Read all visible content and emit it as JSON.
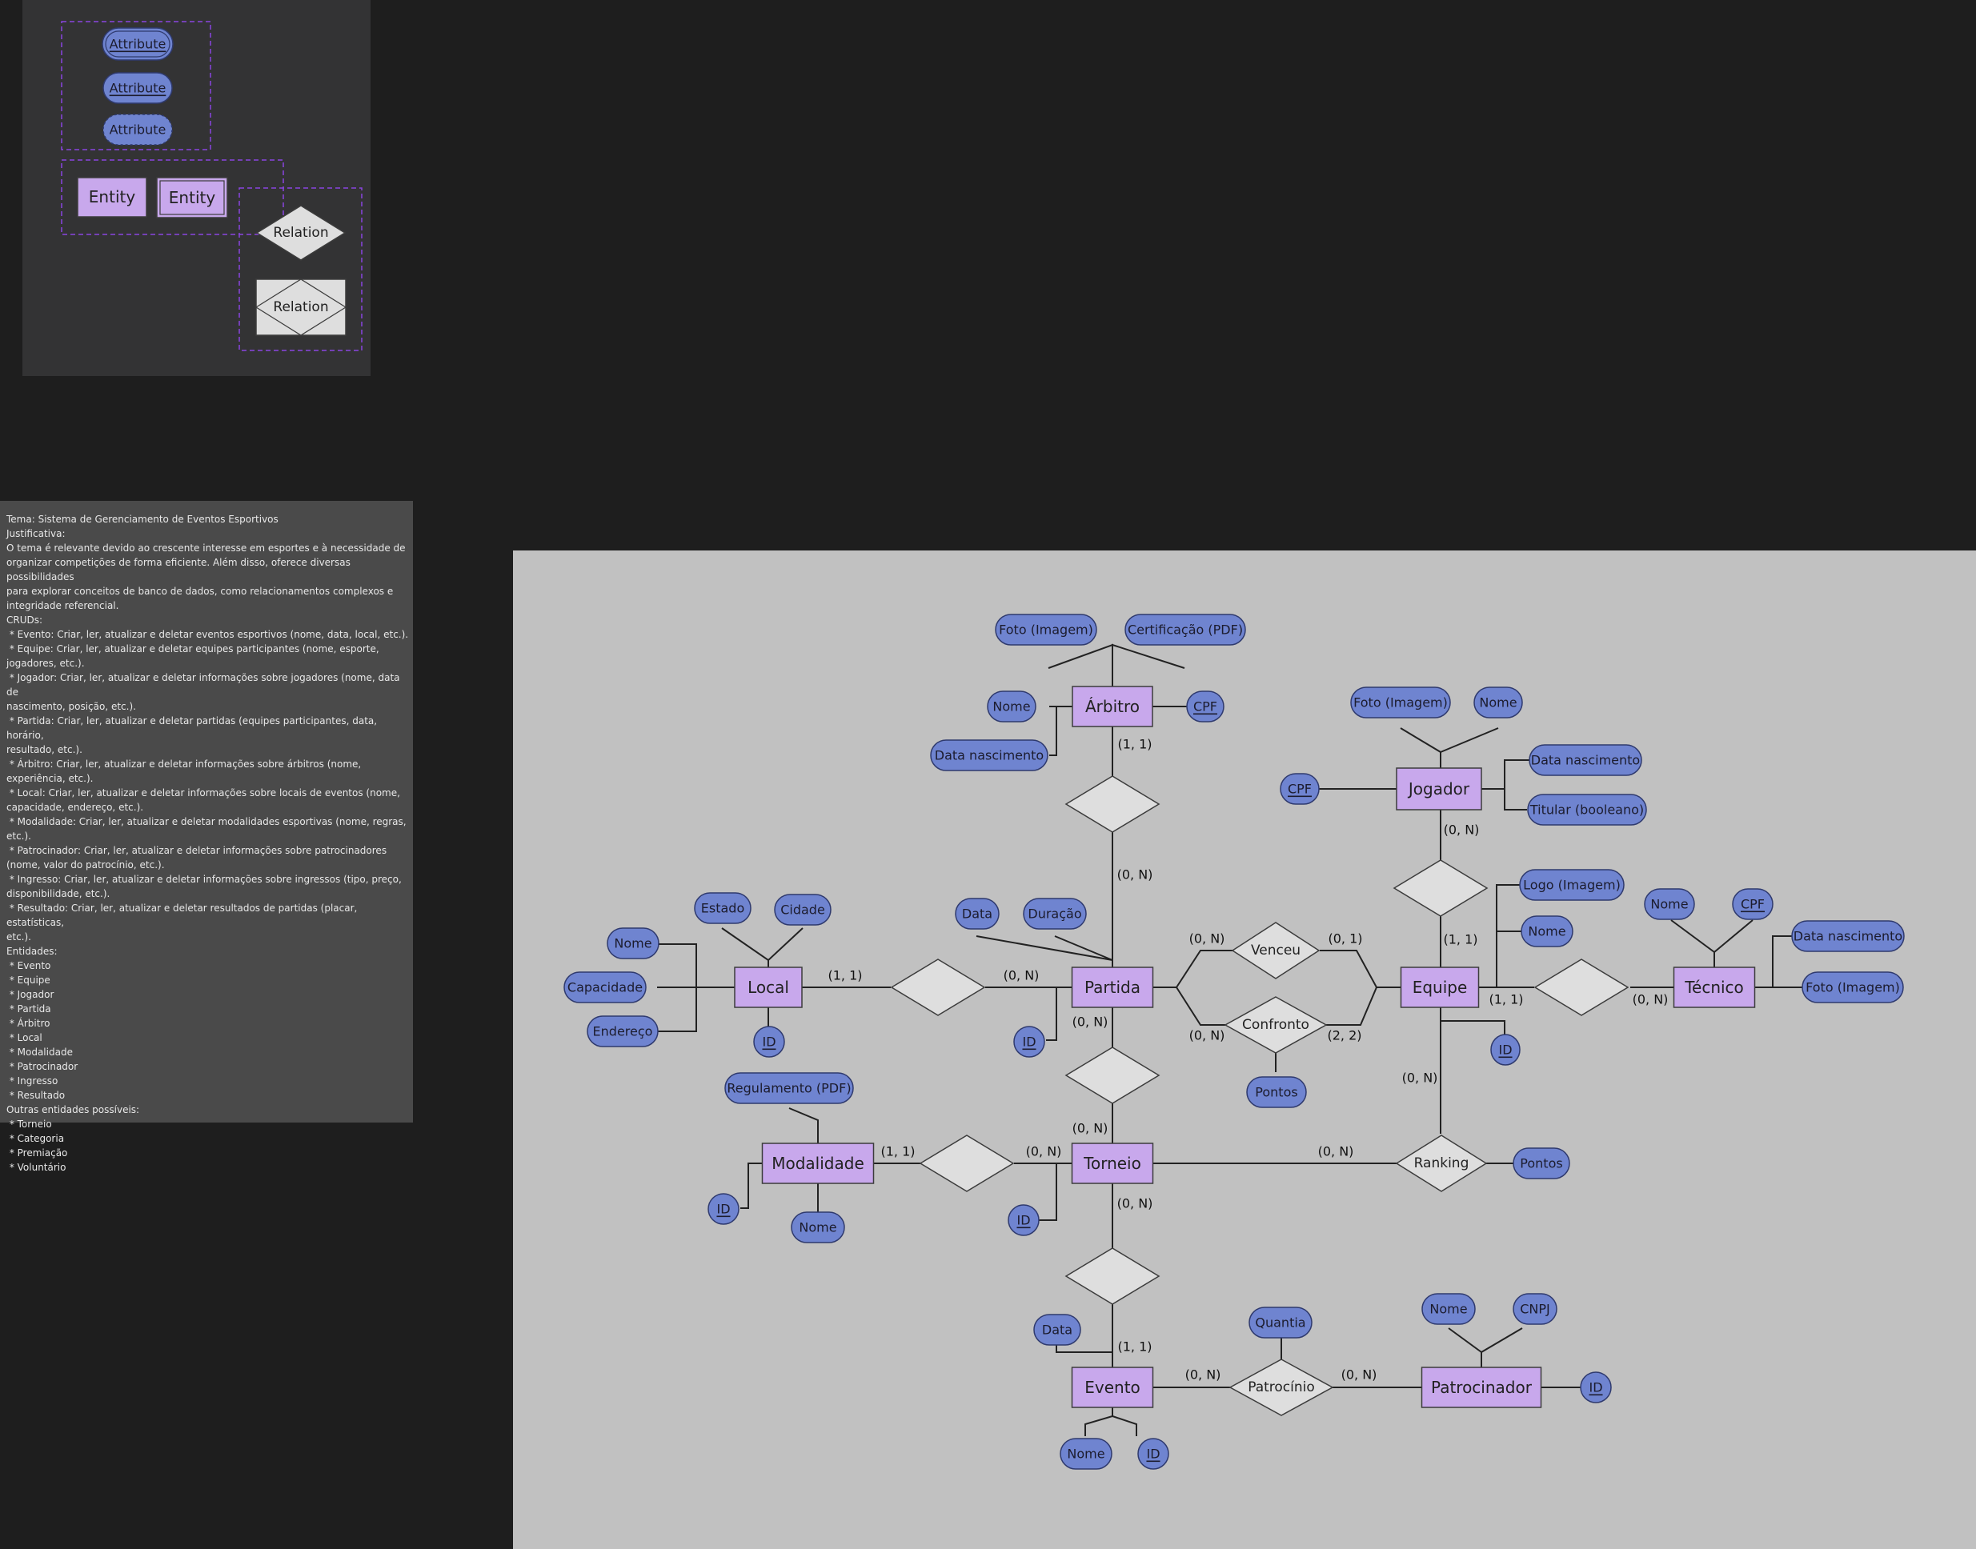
{
  "palette": {
    "attribute_labels": [
      "Attribute",
      "Attribute",
      "Attribute"
    ],
    "entity_labels": [
      "Entity",
      "Entity"
    ],
    "relation_labels": [
      "Relation",
      "Relation"
    ]
  },
  "notes": {
    "lines": [
      "Tema: Sistema de Gerenciamento de Eventos Esportivos",
      "Justificativa:",
      "O tema é relevante devido ao crescente interesse em esportes e à necessidade de",
      "organizar competições de forma eficiente. Além disso, oferece diversas possibilidades",
      "para explorar conceitos de banco de dados, como relacionamentos complexos e",
      "integridade referencial.",
      "CRUDs:",
      " * Evento: Criar, ler, atualizar e deletar eventos esportivos (nome, data, local, etc.).",
      " * Equipe: Criar, ler, atualizar e deletar equipes participantes (nome, esporte,",
      "jogadores, etc.).",
      " * Jogador: Criar, ler, atualizar e deletar informações sobre jogadores (nome, data de",
      "nascimento, posição, etc.).",
      " * Partida: Criar, ler, atualizar e deletar partidas (equipes participantes, data, horário,",
      "resultado, etc.).",
      " * Árbitro: Criar, ler, atualizar e deletar informações sobre árbitros (nome,",
      "experiência, etc.).",
      " * Local: Criar, ler, atualizar e deletar informações sobre locais de eventos (nome,",
      "capacidade, endereço, etc.).",
      " * Modalidade: Criar, ler, atualizar e deletar modalidades esportivas (nome, regras,",
      "etc.).",
      " * Patrocinador: Criar, ler, atualizar e deletar informações sobre patrocinadores",
      "(nome, valor do patrocínio, etc.).",
      " * Ingresso: Criar, ler, atualizar e deletar informações sobre ingressos (tipo, preço,",
      "disponibilidade, etc.).",
      " * Resultado: Criar, ler, atualizar e deletar resultados de partidas (placar, estatísticas,",
      "etc.).",
      "Entidades:",
      " * Evento",
      " * Equipe",
      " * Jogador",
      " * Partida",
      " * Árbitro",
      " * Local",
      " * Modalidade",
      " * Patrocinador",
      " * Ingresso",
      " * Resultado",
      "Outras entidades possíveis:",
      " * Torneio",
      " * Categoria",
      " * Premiação",
      " * Voluntário"
    ]
  },
  "diagram": {
    "entities": {
      "arbitro": "Árbitro",
      "jogador": "Jogador",
      "local": "Local",
      "partida": "Partida",
      "equipe": "Equipe",
      "tecnico": "Técnico",
      "modalidade": "Modalidade",
      "torneio": "Torneio",
      "evento": "Evento",
      "patrocinador": "Patrocinador"
    },
    "relations": {
      "venceu": "Venceu",
      "confronto": "Confronto",
      "ranking": "Ranking",
      "patrocinio": "Patrocínio"
    },
    "attributes": {
      "arbitro_foto": "Foto (Imagem)",
      "arbitro_cert": "Certificação (PDF)",
      "arbitro_nome": "Nome",
      "arbitro_cpf": "CPF",
      "arbitro_nasc": "Data nascimento",
      "jogador_foto": "Foto (Imagem)",
      "jogador_nome": "Nome",
      "jogador_cpf": "CPF",
      "jogador_nasc": "Data nascimento",
      "jogador_titular": "Titular (booleano)",
      "local_estado": "Estado",
      "local_cidade": "Cidade",
      "local_nome": "Nome",
      "local_capacidade": "Capacidade",
      "local_endereco": "Endereço",
      "local_id": "ID",
      "partida_data": "Data",
      "partida_duracao": "Duração",
      "partida_id": "ID",
      "equipe_logo": "Logo (Imagem)",
      "equipe_nome": "Nome",
      "equipe_id": "ID",
      "tecnico_nome": "Nome",
      "tecnico_cpf": "CPF",
      "tecnico_nasc": "Data nascimento",
      "tecnico_foto": "Foto (Imagem)",
      "confronto_pontos": "Pontos",
      "modalidade_regulamento": "Regulamento (PDF)",
      "modalidade_id": "ID",
      "modalidade_nome": "Nome",
      "torneio_id": "ID",
      "ranking_pontos": "Pontos",
      "evento_data": "Data",
      "evento_nome": "Nome",
      "evento_id": "ID",
      "patrocinio_quantia": "Quantia",
      "patrocinador_nome": "Nome",
      "patrocinador_cnpj": "CNPJ",
      "patrocinador_id": "ID"
    },
    "cardinalities": {
      "arbitro_side": "(1, 1)",
      "arbitro_partida_side": "(0, N)",
      "jogador_side": "(0, N)",
      "jogador_equipe_side": "(1, 1)",
      "local_side": "(1, 1)",
      "local_partida_side": "(0, N)",
      "venceu_partida": "(0, N)",
      "venceu_equipe": "(0, 1)",
      "confronto_partida": "(0, N)",
      "confronto_equipe": "(2, 2)",
      "tecnico_equipe_side": "(1, 1)",
      "tecnico_side": "(0, N)",
      "partida_torneio_top": "(0, N)",
      "partida_torneio_bottom": "(0, N)",
      "modalidade_side": "(1, 1)",
      "modalidade_torneio_side": "(0, N)",
      "ranking_torneio": "(0, N)",
      "ranking_equipe": "(0, N)",
      "torneio_evento_top": "(0, N)",
      "torneio_evento_bottom": "(1, 1)",
      "patrocinio_evento": "(0, N)",
      "patrocinio_patrocinador": "(0, N)"
    }
  },
  "colors": {
    "entity_fill": "#c8a8ec",
    "attribute_fill": "#6f84d0",
    "relation_fill": "#dedede",
    "canvas_bg": "#c1c1c1",
    "dashed_group": "#8a44e0"
  }
}
